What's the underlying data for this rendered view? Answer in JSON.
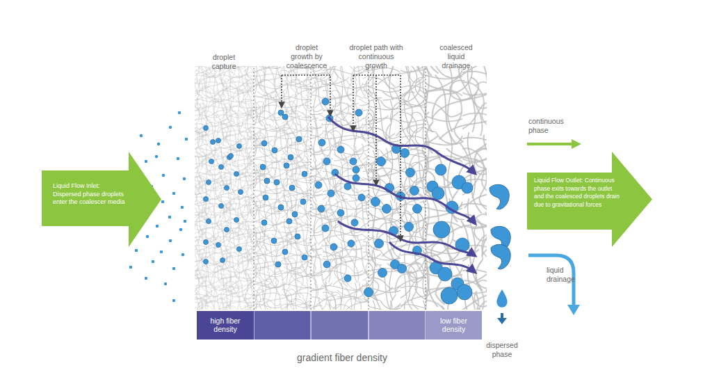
{
  "diagram": {
    "nodes": [
      {
        "text": [
          "Liquid Flow Inlet: Dispersed phase droplets enter the coalescer media"
        ]
      },
      {
        "text": [
          "Liquid Flow Outlet: Continuous phase exits towards the outlet and the coalesced droplets drain due to gravitational forces"
        ]
      },
      {
        "text": [
          "high fiber density"
        ]
      },
      {
        "text": [
          "low fiber density"
        ]
      }
    ],
    "labels": [
      "droplet capture",
      "droplet growth by coalescence",
      "droplet path with continuous growth",
      "coalesced liquid drainage",
      "continuous phase",
      "liquid drainage",
      "gradient fiber density",
      "dispersed phase"
    ]
  }
}
